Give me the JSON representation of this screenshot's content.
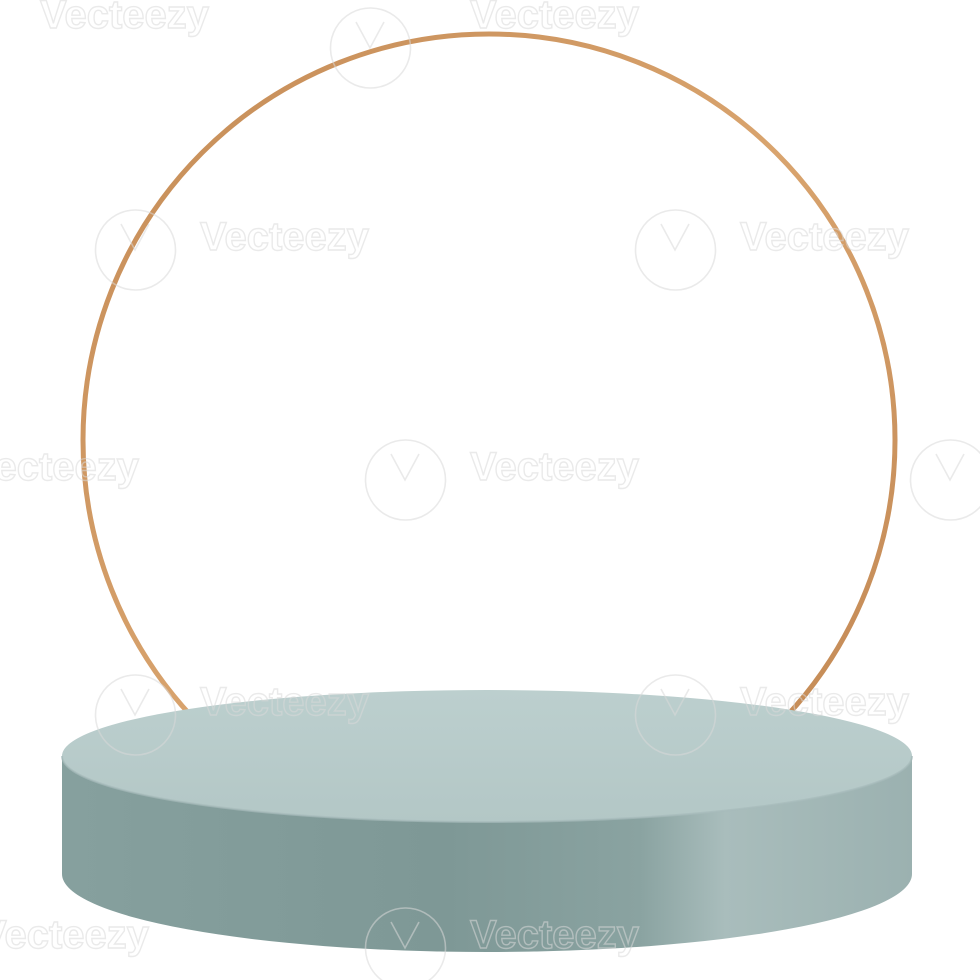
{
  "scene": {
    "background_color": "#ffffff",
    "ring": {
      "icon": "thin-circular-arch",
      "color": "#c48a55",
      "highlight_color": "#e0b07c"
    },
    "podium": {
      "icon": "round-cylinder-pedestal",
      "top_color": "#b8cbca",
      "side_color_dark": "#7e9896",
      "side_color_light": "#a9bdbc"
    }
  },
  "watermark": {
    "text": "Vecteezy",
    "icon": "vecteezy-v-logo",
    "color": "#d9d9d9"
  }
}
